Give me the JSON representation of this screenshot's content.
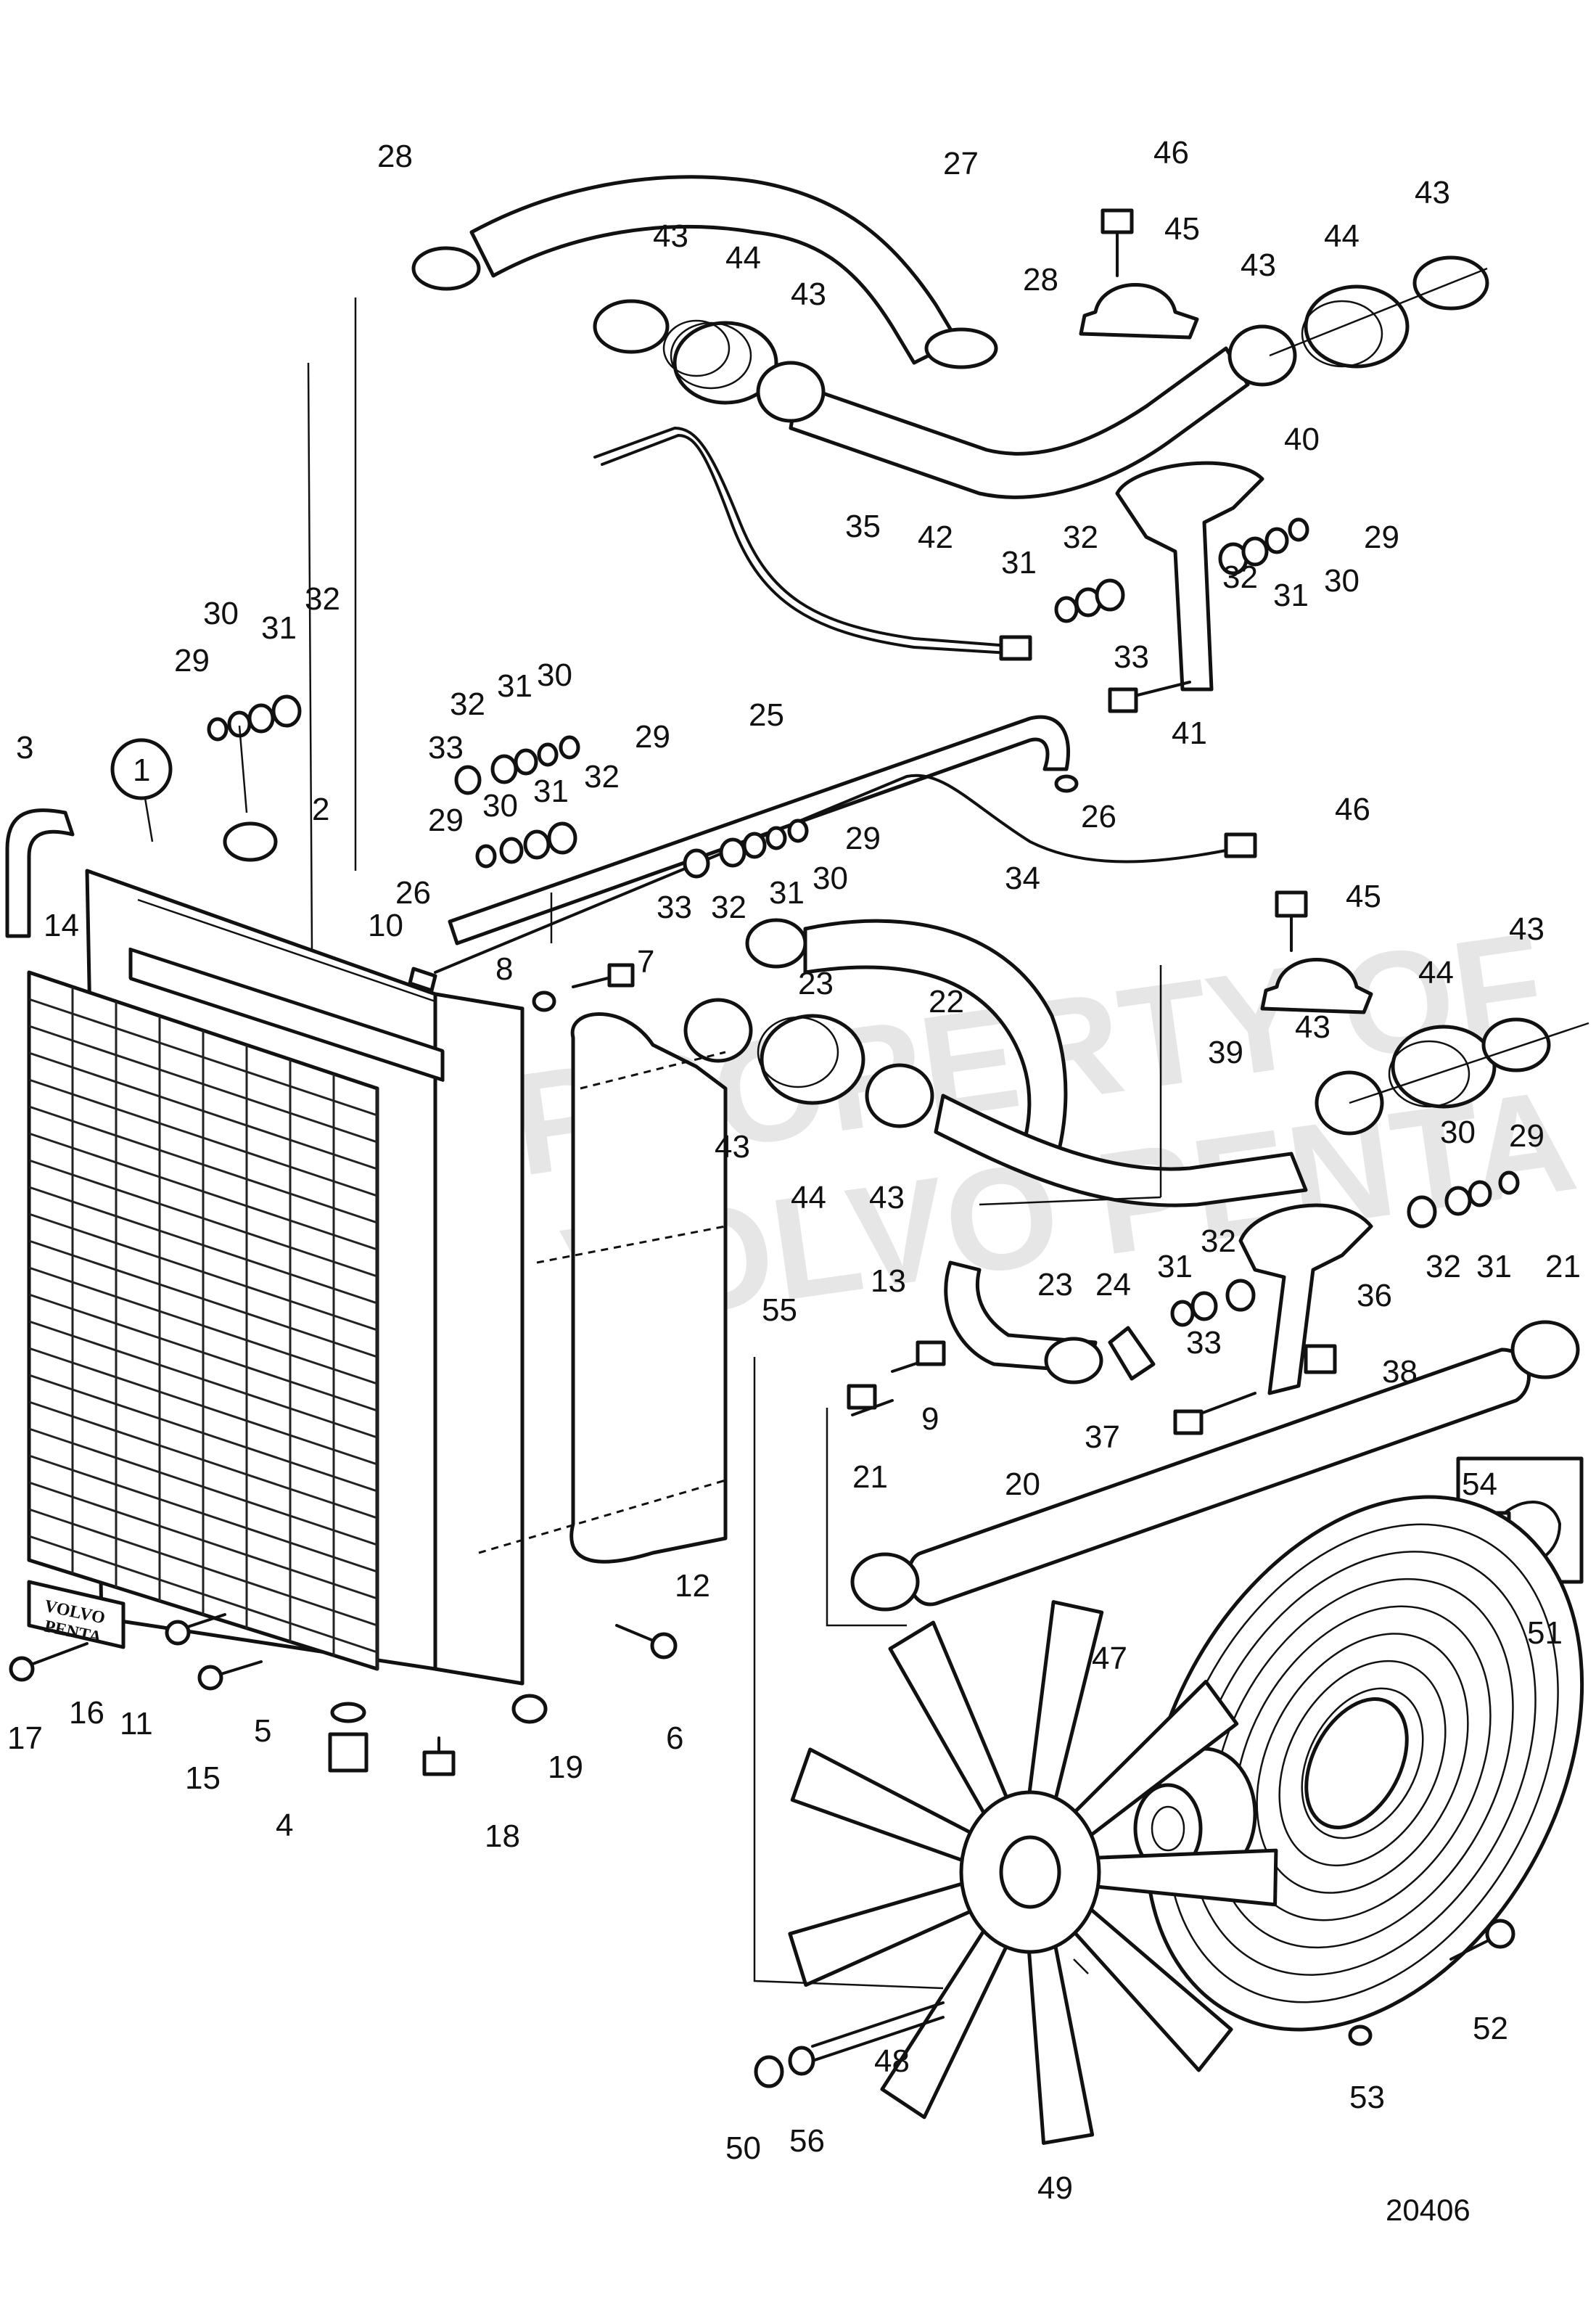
{
  "watermark": {
    "line1": "PROPERTY OF",
    "line2": "VOLVO PENTA"
  },
  "nameplate": {
    "line1": "VOLVO",
    "line2": "PENTA"
  },
  "drawing_number": "20406",
  "callout_circle": "1",
  "labels": {
    "l2": "2",
    "l3": "3",
    "l4": "4",
    "l5": "5",
    "l6": "6",
    "l7": "7",
    "l8": "8",
    "l9": "9",
    "l10": "10",
    "l11": "11",
    "l12": "12",
    "l13": "13",
    "l14": "14",
    "l15": "15",
    "l16": "16",
    "l17": "17",
    "l18": "18",
    "l19": "19",
    "l20": "20",
    "l21": "21",
    "l22": "22",
    "l23": "23",
    "l24": "24",
    "l25": "25",
    "l26": "26",
    "l27": "27",
    "l28": "28",
    "l29": "29",
    "l30": "30",
    "l31": "31",
    "l32": "32",
    "l33": "33",
    "l34": "34",
    "l35": "35",
    "l36": "36",
    "l37": "37",
    "l38": "38",
    "l39": "39",
    "l40": "40",
    "l41": "41",
    "l42": "42",
    "l43": "43",
    "l44": "44",
    "l45": "45",
    "l46": "46",
    "l47": "47",
    "l48": "48",
    "l49": "49",
    "l50": "50",
    "l51": "51",
    "l52": "52",
    "l53": "53",
    "l54": "54",
    "l55": "55",
    "l56": "56"
  }
}
